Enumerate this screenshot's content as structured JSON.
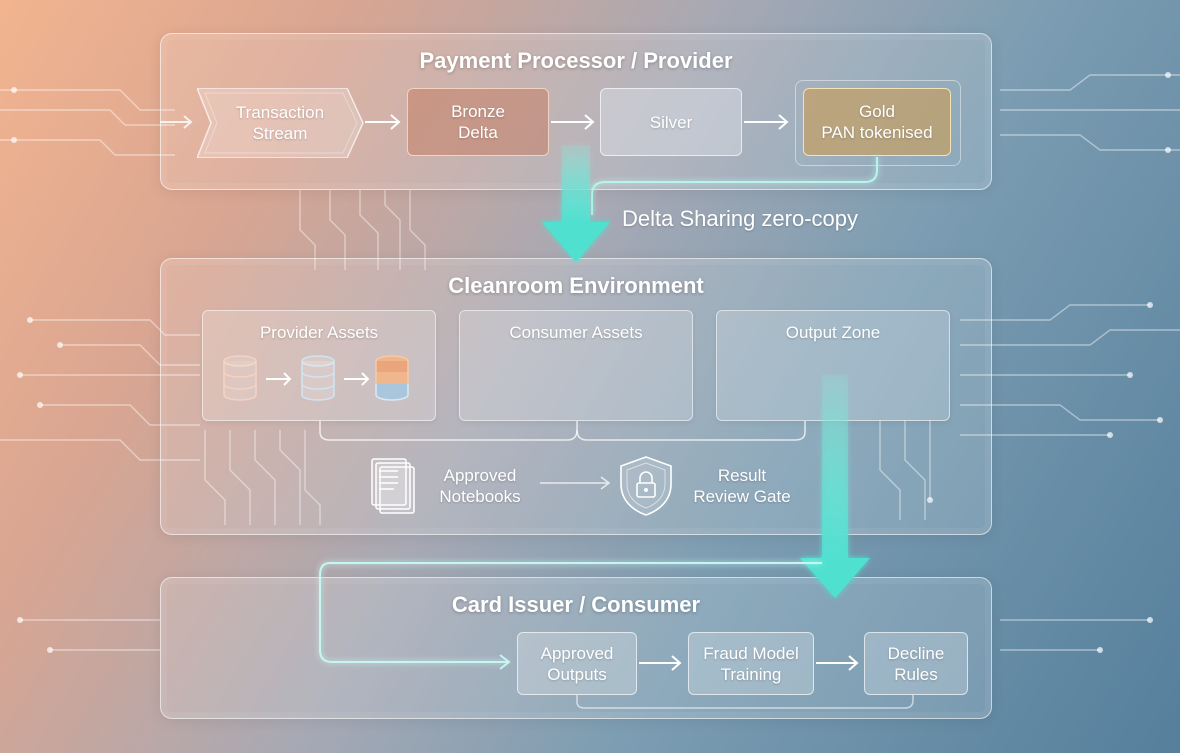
{
  "provider": {
    "title": "Payment Processor / Provider",
    "transaction_stream": [
      "Transaction",
      "Stream"
    ],
    "bronze": [
      "Bronze",
      "Delta"
    ],
    "silver": "Silver",
    "gold": [
      "Gold",
      "PAN tokenised"
    ]
  },
  "sharing": {
    "label": "Delta Sharing zero-copy"
  },
  "cleanroom": {
    "title": "Cleanroom Environment",
    "provider_assets": "Provider Assets",
    "consumer_assets": "Consumer Assets",
    "output_zone": "Output Zone",
    "approved_notebooks": [
      "Approved",
      "Notebooks"
    ],
    "result_review_gate": [
      "Result",
      "Review Gate"
    ]
  },
  "consumer": {
    "title": "Card Issuer / Consumer",
    "approved_outputs": [
      "Approved",
      "Outputs"
    ],
    "fraud_model": [
      "Fraud Model",
      "Training"
    ],
    "decline_rules": [
      "Decline",
      "Rules"
    ]
  },
  "colors": {
    "accent_teal": "#4fe0d0",
    "bronze": "#c98d74",
    "gold": "#c9a771",
    "panel_border": "#ffffff"
  },
  "icons": [
    "database-icon",
    "document-stack-icon",
    "shield-lock-icon",
    "arrow-right-icon"
  ]
}
